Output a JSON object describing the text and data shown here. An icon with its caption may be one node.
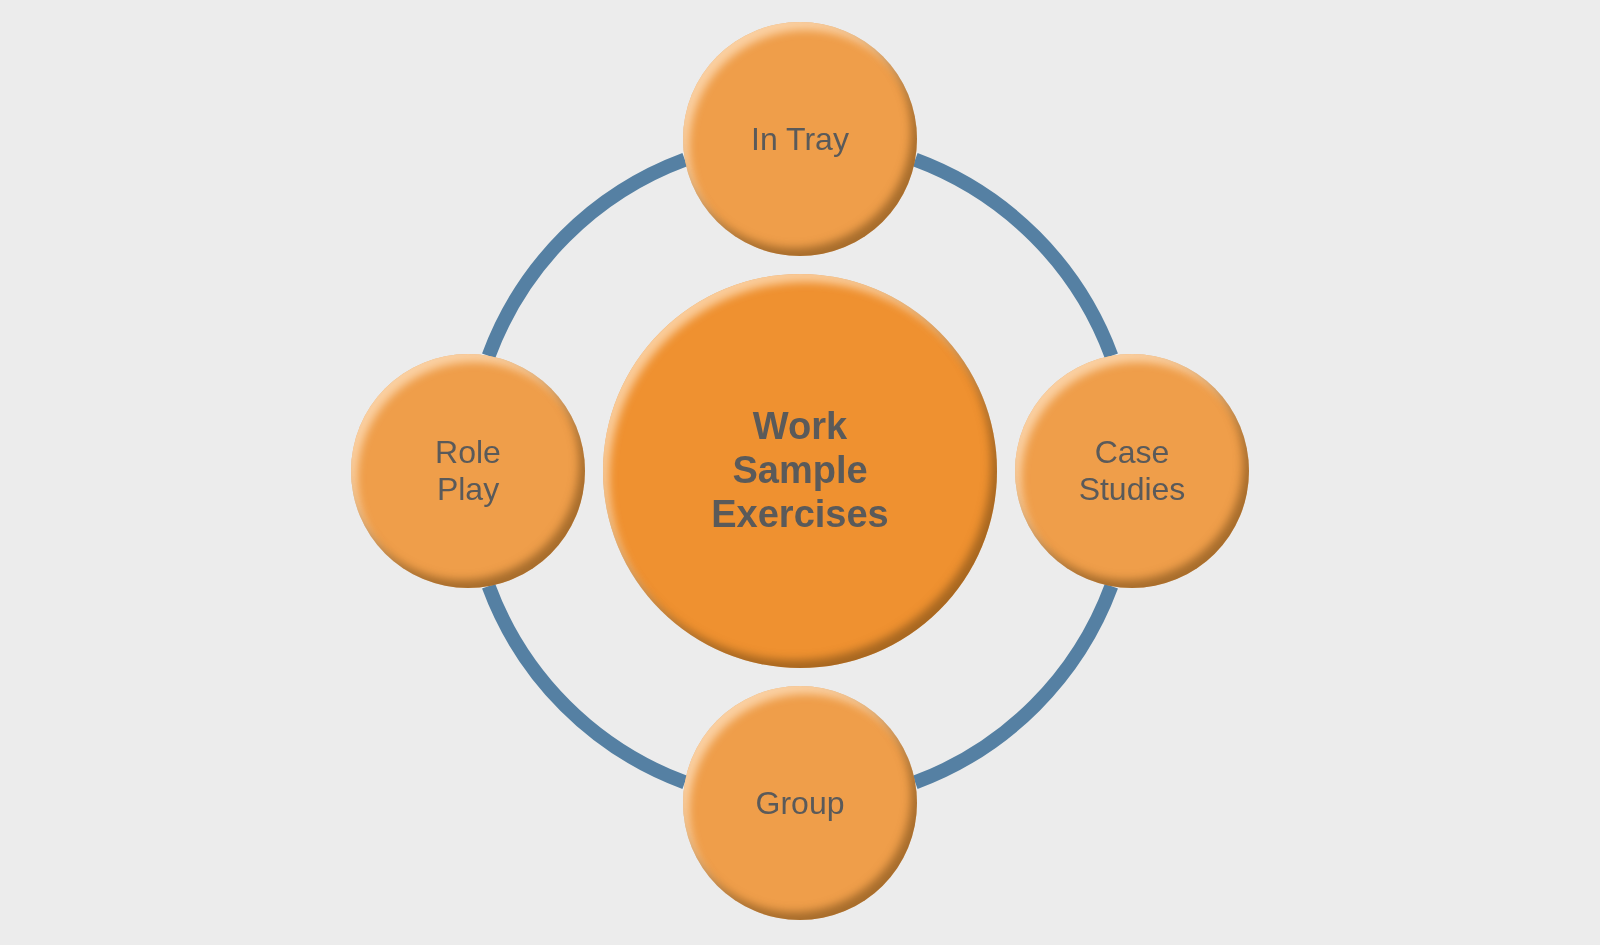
{
  "diagram": {
    "nodes": [
      {
        "text": [
          "Work Sample Exercises"
        ]
      },
      {
        "text": [
          "In Tray"
        ]
      },
      {
        "text": [
          "Case Studies"
        ]
      },
      {
        "text": [
          "Group"
        ]
      },
      {
        "text": [
          "Role Play"
        ]
      }
    ],
    "edges": [
      {
        "from": 1,
        "to": 2,
        "arrow": "none"
      },
      {
        "from": 2,
        "to": 3,
        "arrow": "none"
      },
      {
        "from": 3,
        "to": 4,
        "arrow": "none"
      },
      {
        "from": 4,
        "to": 1,
        "arrow": "none"
      }
    ]
  }
}
